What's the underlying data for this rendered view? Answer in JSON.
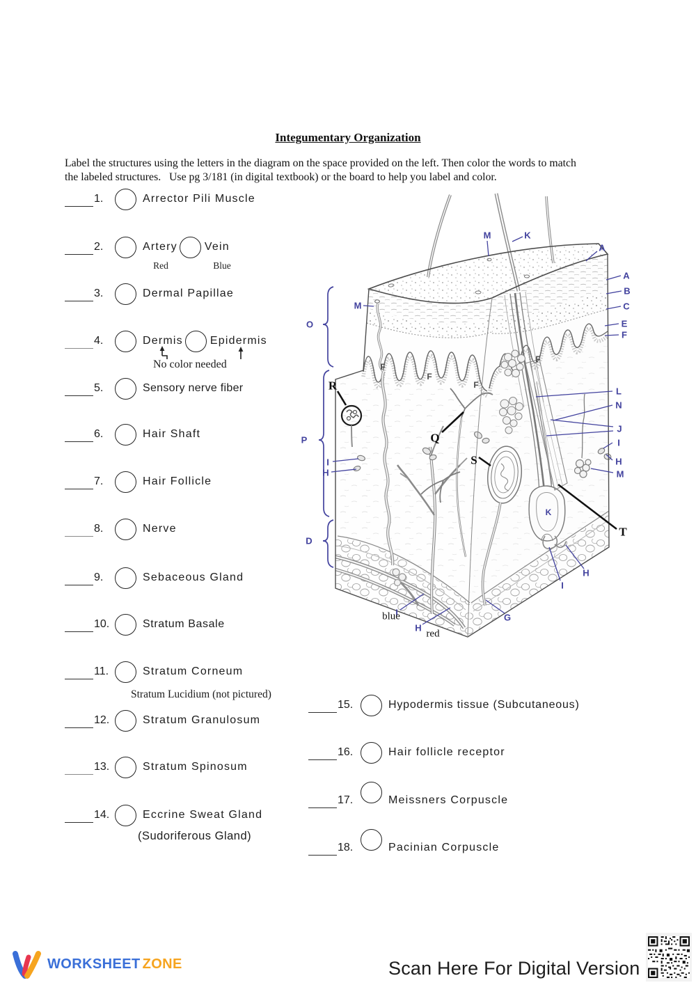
{
  "page": {
    "title": "Integumentary Organization",
    "instructions_line1": "Label the structures using the letters in the diagram on the space provided on the left. Then color the words to match",
    "instructions_line2": "the labeled structures.   Use pg 3/181 (in digital textbook) or the board to help you label and color."
  },
  "list": {
    "items": [
      {
        "num": "1.",
        "label": "Arrector Pili Muscle"
      },
      {
        "num": "2.",
        "label": "Artery",
        "sub": "Red",
        "label2": "Vein",
        "sub2": "Blue"
      },
      {
        "num": "3.",
        "label": "Dermal Papillae"
      },
      {
        "num": "4.",
        "label": "Dermis",
        "label2": "Epidermis",
        "note": "No color needed"
      },
      {
        "num": "5.",
        "label": "Sensory nerve fiber"
      },
      {
        "num": "6.",
        "label": "Hair Shaft"
      },
      {
        "num": "7.",
        "label": "Hair Follicle"
      },
      {
        "num": "8.",
        "label": "Nerve"
      },
      {
        "num": "9.",
        "label": "Sebaceous Gland"
      },
      {
        "num": "10.",
        "label": "Stratum Basale"
      },
      {
        "num": "11.",
        "label": "Stratum Corneum",
        "note": "Stratum Lucidium (not pictured)"
      },
      {
        "num": "12.",
        "label": "Stratum Granulosum"
      },
      {
        "num": "13.",
        "label": "Stratum Spinosum"
      },
      {
        "num": "14.",
        "label": "Eccrine Sweat Gland",
        "note": "(Sudoriferous Gland)"
      },
      {
        "num": "15.",
        "label": "Hypodermis tissue (Subcutaneous)"
      },
      {
        "num": "16.",
        "label": "Hair follicle receptor"
      },
      {
        "num": "17.",
        "label": "Meissners Corpuscle"
      },
      {
        "num": "18.",
        "label": "Pacinian Corpuscle"
      }
    ]
  },
  "diagram": {
    "label_color": "#42429e",
    "letters": [
      "O",
      "P",
      "D",
      "M",
      "K",
      "A",
      "A",
      "B",
      "C",
      "E",
      "F",
      "M",
      "R",
      "Q",
      "S",
      "T",
      "F",
      "F",
      "F",
      "F",
      "L",
      "N",
      "J",
      "I",
      "H",
      "M",
      "I",
      "H",
      "K",
      "H",
      "I",
      "I",
      "H",
      "G",
      "blue",
      "red"
    ]
  },
  "footer": {
    "brand_first": "WORKSHEET",
    "brand_second": "ZONE",
    "scan_text": "Scan Here For Digital Version",
    "colors": {
      "blue": "#3a6fd8",
      "red": "#e8364f",
      "yellow": "#f6a41f"
    }
  }
}
